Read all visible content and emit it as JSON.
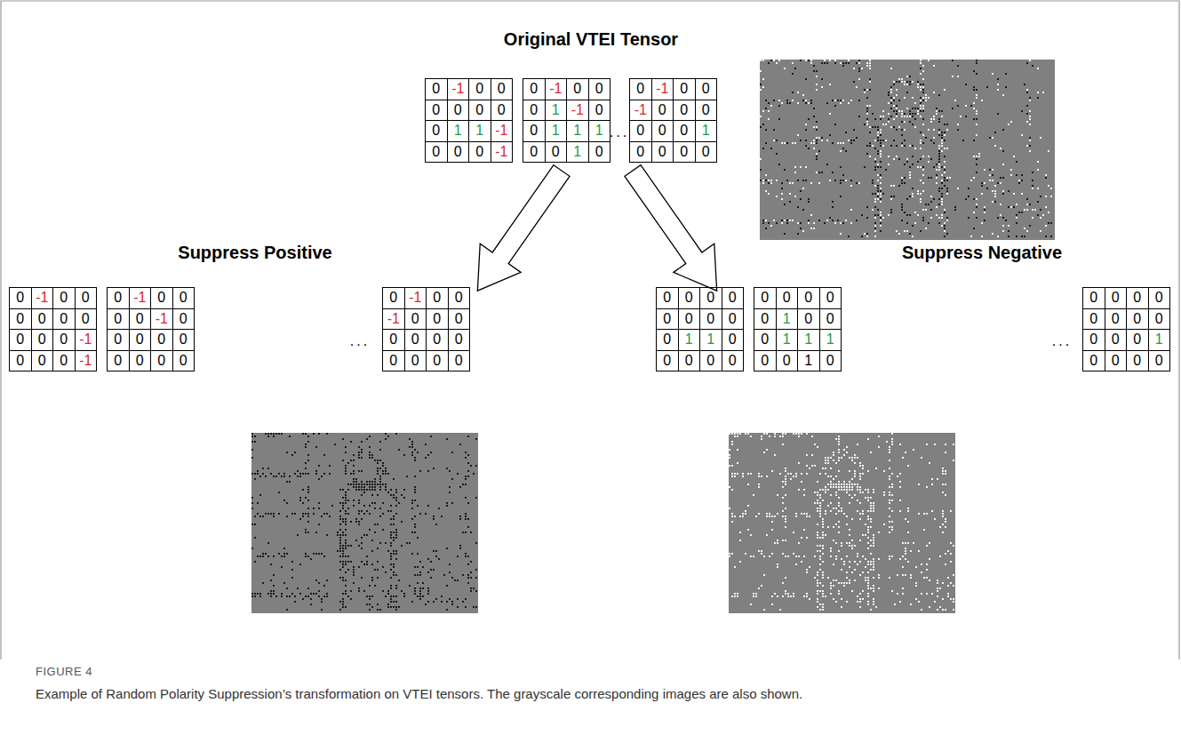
{
  "diagram": {
    "caption": "Example of Random Polarity Suppression’s transformation on VTEI tensors. The grayscale corresponding images are also shown.",
    "labels": [
      "Original VTEI Tensor",
      "0",
      "-1",
      "0",
      "0",
      "0",
      "0",
      "0",
      "0",
      "0",
      "1",
      "1",
      "-1",
      "0",
      "0",
      "0",
      "-1",
      "0",
      "-1",
      "0",
      "0",
      "0",
      "1",
      "-1",
      "0",
      "0",
      "1",
      "1",
      "1",
      "0",
      "0",
      "1",
      "0",
      "...",
      "0",
      "-1",
      "0",
      "0",
      "-1",
      "0",
      "0",
      "0",
      "0",
      "0",
      "0",
      "1",
      "0",
      "0",
      "0",
      "0",
      "Suppress Positive",
      "Suppress Negative",
      "0",
      "-1",
      "0",
      "0",
      "0",
      "0",
      "0",
      "0",
      "0",
      "0",
      "0",
      "-1",
      "0",
      "0",
      "0",
      "-1",
      "0",
      "-1",
      "0",
      "0",
      "0",
      "0",
      "-1",
      "0",
      "0",
      "0",
      "0",
      "0",
      "0",
      "0",
      "0",
      "0",
      "...",
      "0",
      "-1",
      "0",
      "0",
      "-1",
      "0",
      "0",
      "0",
      "0",
      "0",
      "0",
      "0",
      "0",
      "0",
      "0",
      "0",
      "0",
      "0",
      "0",
      "0",
      "0",
      "0",
      "0",
      "0",
      "0",
      "1",
      "1",
      "0",
      "0",
      "0",
      "0",
      "0",
      "0",
      "0",
      "0",
      "0",
      "0",
      "1",
      "0",
      "0",
      "0",
      "1",
      "1",
      "1",
      "0",
      "0",
      "1",
      "0",
      "...",
      "0",
      "0",
      "0",
      "0",
      "0",
      "0",
      "0",
      "0",
      "0",
      "0",
      "0",
      "1",
      "0",
      "0",
      "0",
      "0",
      "FIGURE 4"
    ]
  }
}
